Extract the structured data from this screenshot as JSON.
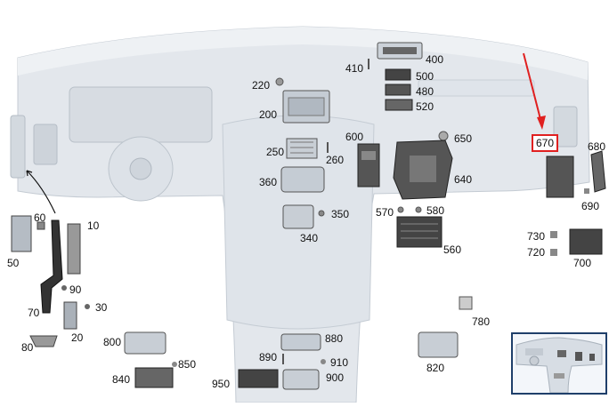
{
  "diagram": {
    "highlight": {
      "label": "670",
      "color": "#e02020"
    },
    "inset_frame_color": "#1f3f6a",
    "labels": [
      "400",
      "410",
      "500",
      "480",
      "520",
      "220",
      "200",
      "600",
      "650",
      "670",
      "680",
      "690",
      "250",
      "260",
      "360",
      "640",
      "570",
      "580",
      "350",
      "340",
      "560",
      "10",
      "60",
      "50",
      "90",
      "70",
      "30",
      "20",
      "80",
      "730",
      "720",
      "700",
      "780",
      "800",
      "850",
      "840",
      "880",
      "890",
      "910",
      "900",
      "950",
      "820"
    ]
  }
}
